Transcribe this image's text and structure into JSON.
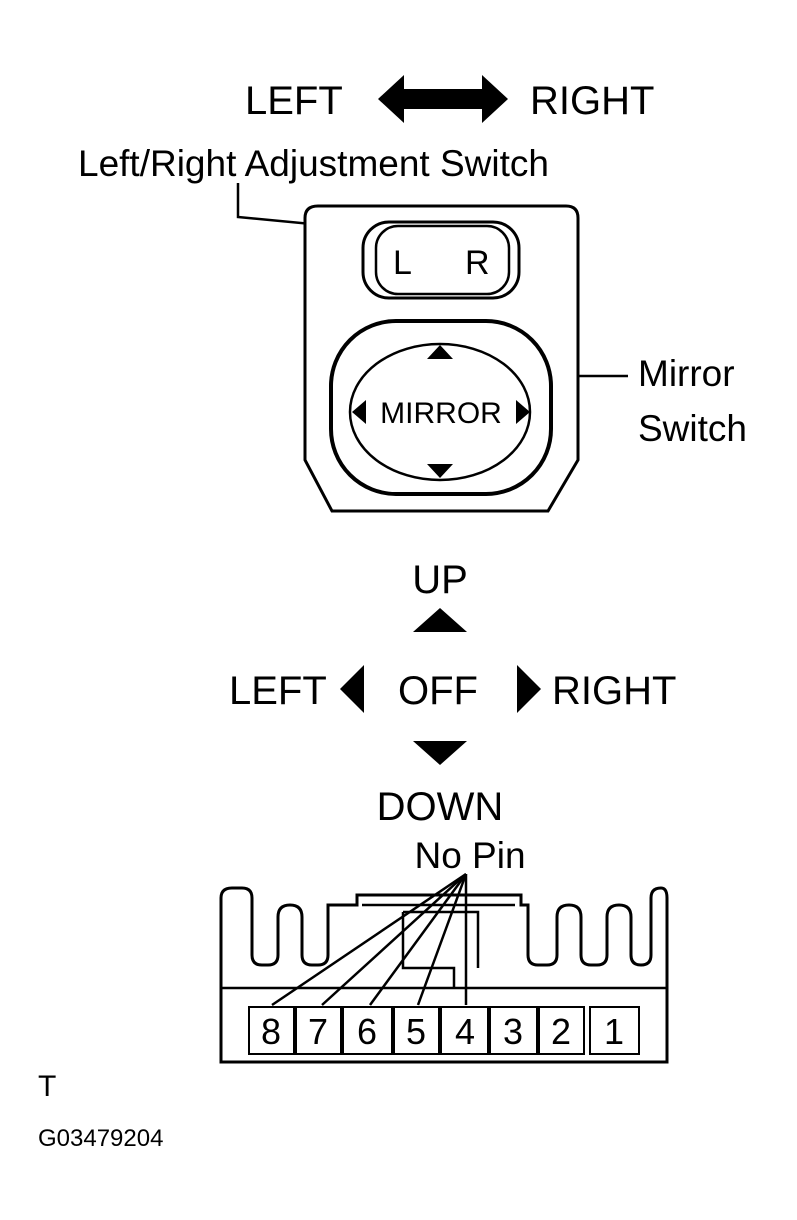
{
  "top_direction": {
    "left": "LEFT",
    "right": "RIGHT"
  },
  "labels": {
    "lr_switch": "Left/Right Adjustment Switch",
    "mirror_switch_line1": "Mirror",
    "mirror_switch_line2": "Switch"
  },
  "switch": {
    "left_key": "L",
    "right_key": "R",
    "mirror_label": "MIRROR"
  },
  "positions": {
    "up": "UP",
    "left": "LEFT",
    "off": "OFF",
    "right": "RIGHT",
    "down": "DOWN"
  },
  "connector": {
    "no_pin_label": "No Pin",
    "pins": [
      "8",
      "7",
      "6",
      "5",
      "4",
      "3",
      "2",
      "1"
    ]
  },
  "footer": {
    "mark": "T",
    "code": "G03479204"
  }
}
